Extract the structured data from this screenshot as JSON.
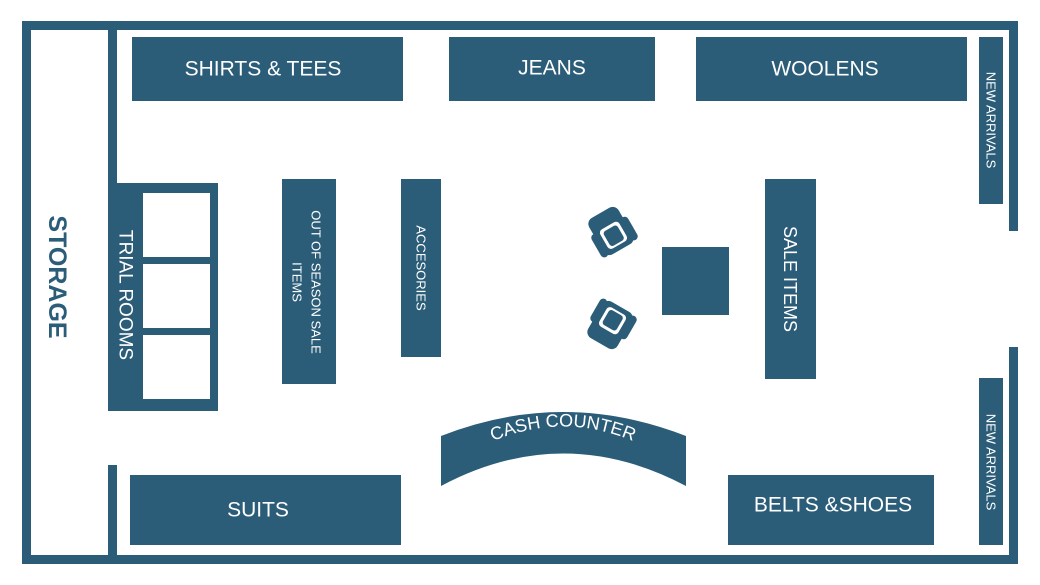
{
  "colors": {
    "primary": "#2b5d79",
    "background": "#ffffff",
    "text": "#ffffff"
  },
  "labels": {
    "storage": "STORAGE",
    "trial_rooms": "TRIAL ROOMS",
    "shirts_tees": "SHIRTS & TEES",
    "jeans": "JEANS",
    "woolens": "WOOLENS",
    "new_arrivals_top": "NEW ARRIVALS",
    "new_arrivals_bottom": "NEW ARRIVALS",
    "out_of_season_line1": "OUT  OF  SEASON  SALE",
    "out_of_season_line2": "ITEMS",
    "accessories": "ACCESORIES",
    "sale_items": "SALE ITEMS",
    "cash_counter": "CASH COUNTER",
    "suits": "SUITS",
    "belts_shoes": "BELTS &SHOES"
  },
  "icons": {
    "chair": "armchair-icon",
    "table": "square-table-icon"
  }
}
